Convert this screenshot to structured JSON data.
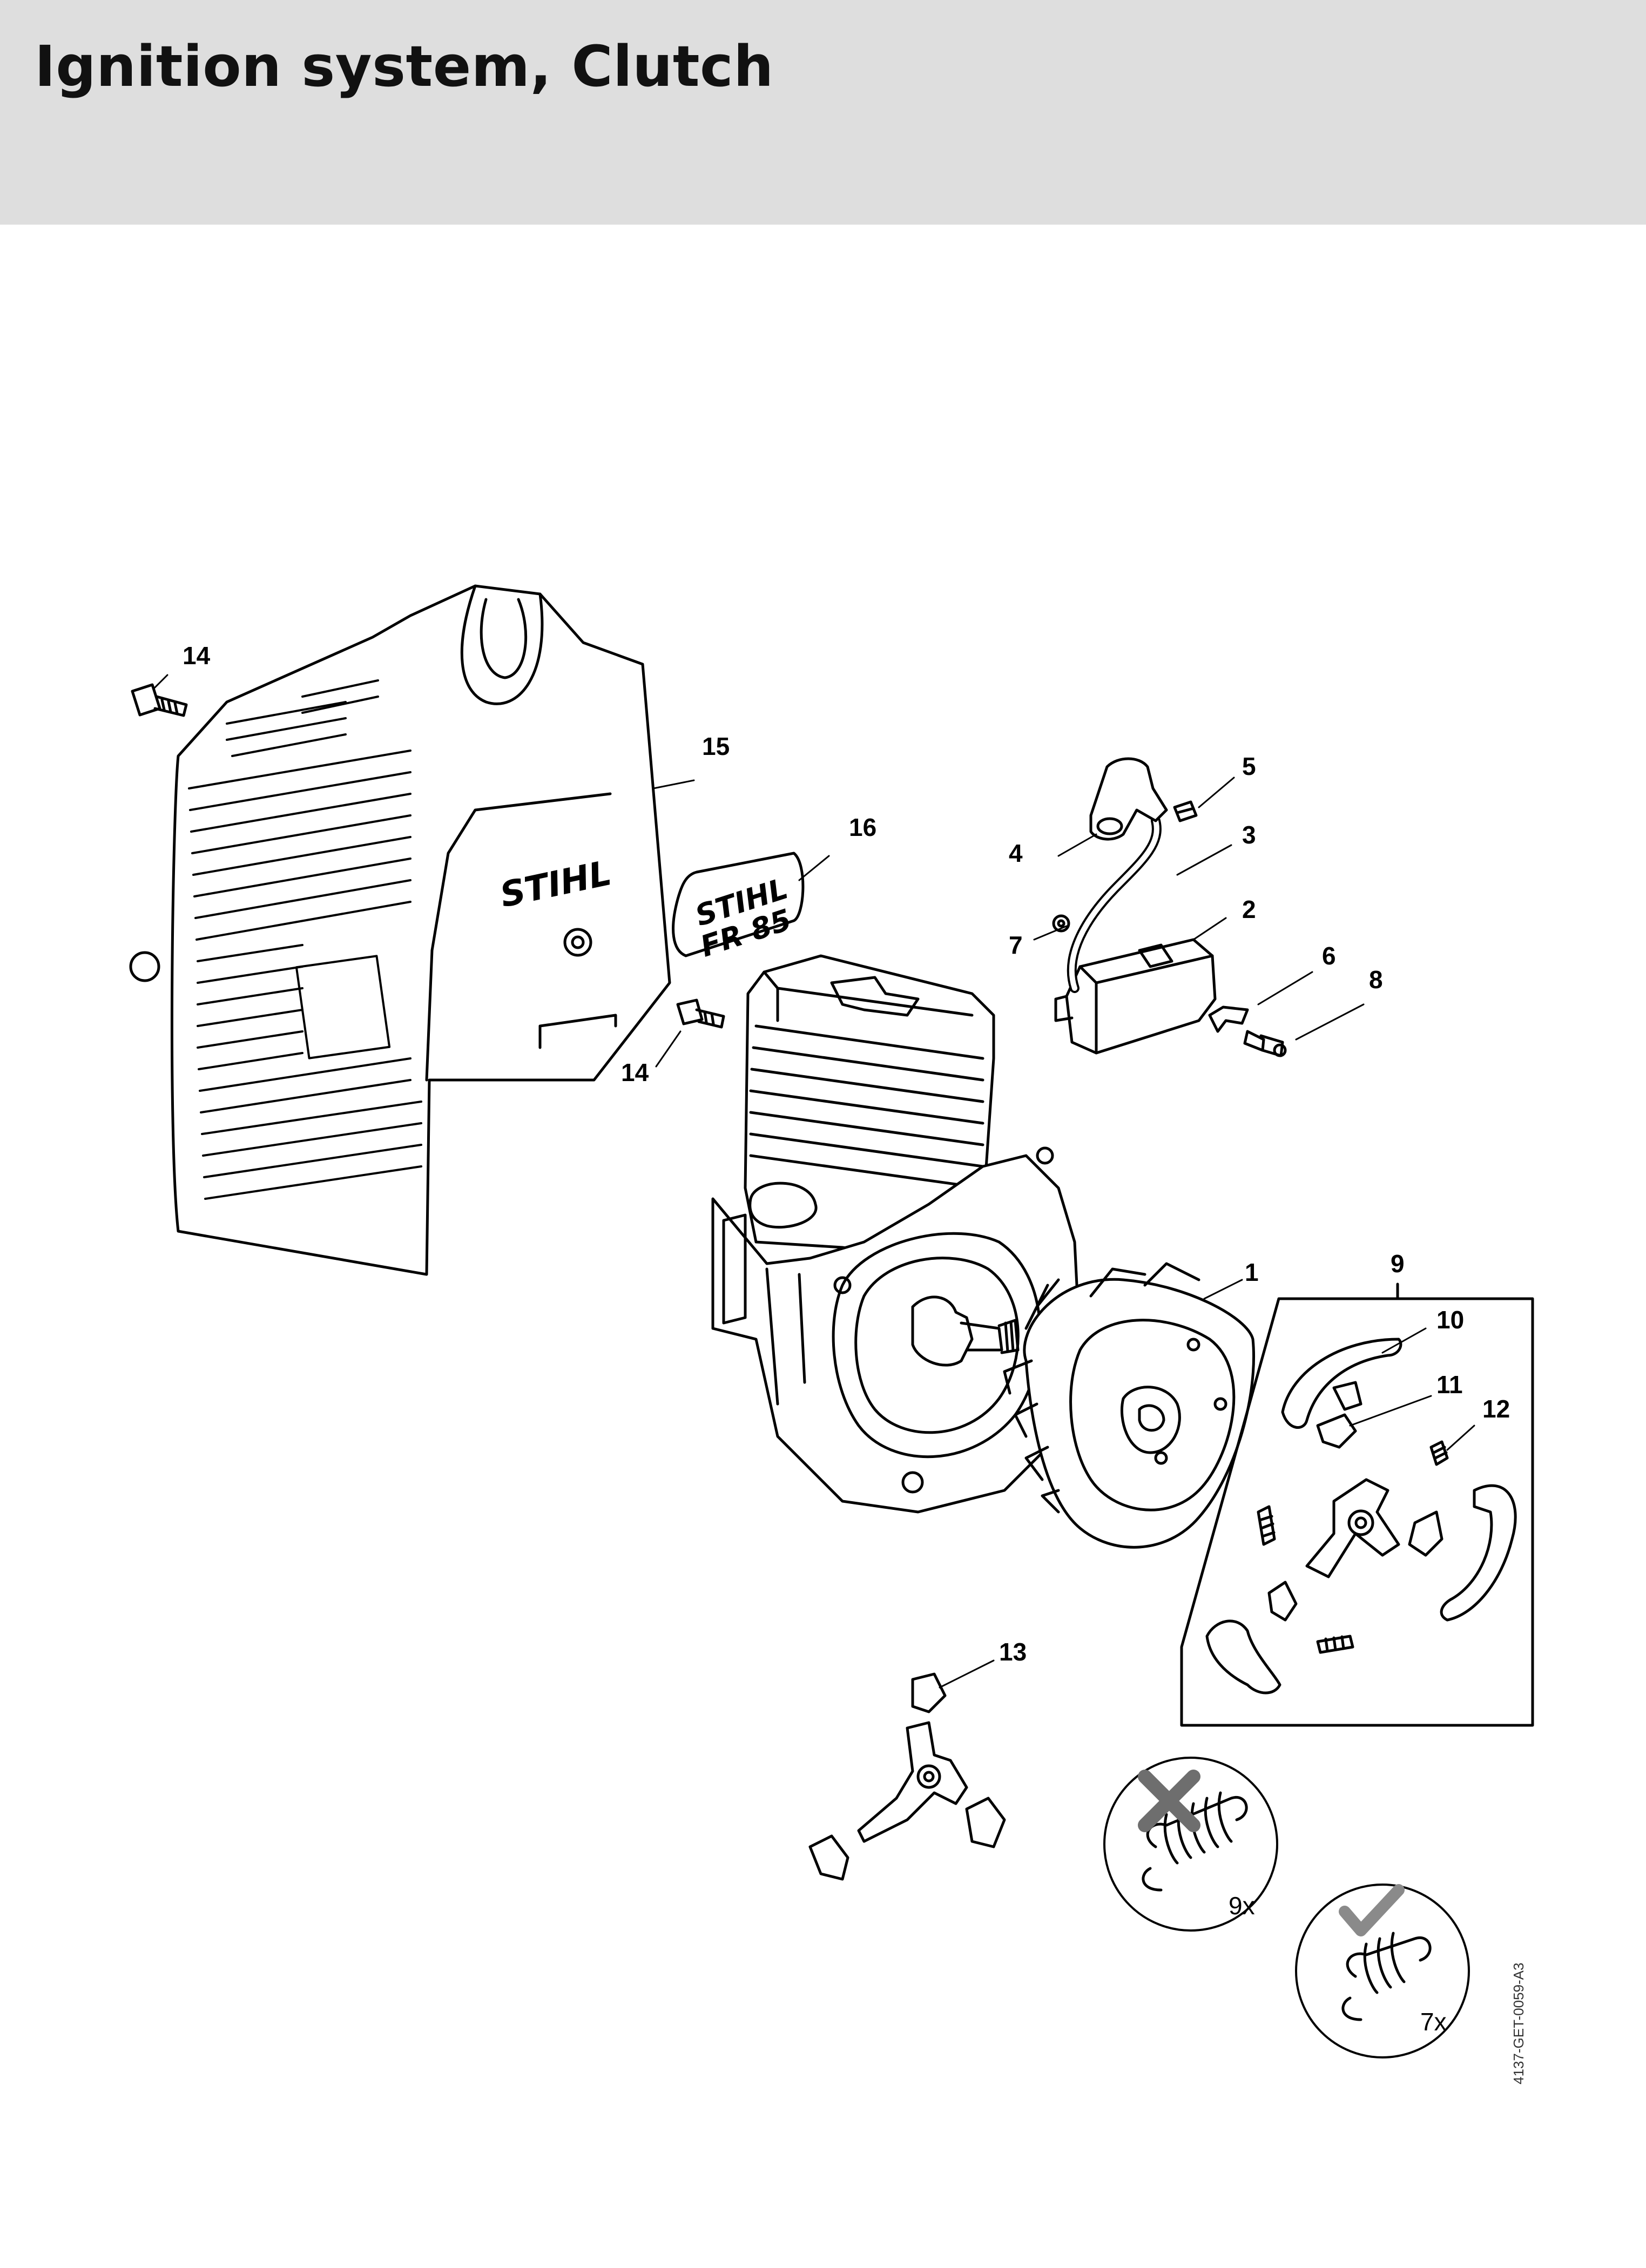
{
  "header": {
    "title": "Ignition system, Clutch"
  },
  "diagram": {
    "callouts": {
      "c1": "1",
      "c2": "2",
      "c3": "3",
      "c4": "4",
      "c5": "5",
      "c6": "6",
      "c7": "7",
      "c8": "8",
      "c9": "9",
      "c10": "10",
      "c11": "11",
      "c12": "12",
      "c13": "13",
      "c14a": "14",
      "c14b": "14",
      "c15": "15",
      "c16": "16"
    },
    "shroud_logo": "STIHL",
    "label_logo_line1": "STIHL",
    "label_logo_line2": "FR 85",
    "spring_wrong_qty": "9x",
    "spring_right_qty": "7x"
  },
  "footer": {
    "doc_code": "4137-GET-0059-A3"
  }
}
